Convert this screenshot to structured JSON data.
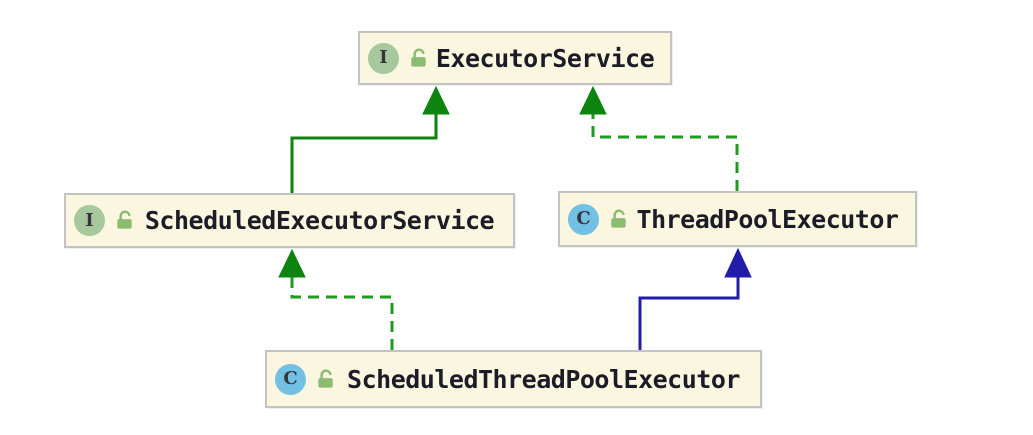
{
  "diagram": {
    "nodes": [
      {
        "id": "executor-service",
        "label": "ExecutorService",
        "kind": "interface",
        "badge": "I",
        "visibility_icon": "unlocked-icon"
      },
      {
        "id": "scheduled-executor-service",
        "label": "ScheduledExecutorService",
        "kind": "interface",
        "badge": "I",
        "visibility_icon": "unlocked-icon"
      },
      {
        "id": "thread-pool-executor",
        "label": "ThreadPoolExecutor",
        "kind": "class",
        "badge": "C",
        "visibility_icon": "unlocked-icon"
      },
      {
        "id": "scheduled-thread-pool-executor",
        "label": "ScheduledThreadPoolExecutor",
        "kind": "class",
        "badge": "C",
        "visibility_icon": "unlocked-icon"
      }
    ],
    "edges": [
      {
        "from": "ScheduledExecutorService",
        "to": "ExecutorService",
        "relation": "extends",
        "line": "solid",
        "color": "#0e8410"
      },
      {
        "from": "ThreadPoolExecutor",
        "to": "ExecutorService",
        "relation": "implements",
        "line": "dashed",
        "color": "#1d9b1d"
      },
      {
        "from": "ScheduledThreadPoolExecutor",
        "to": "ScheduledExecutorService",
        "relation": "implements",
        "line": "dashed",
        "color": "#1d9b1d"
      },
      {
        "from": "ScheduledThreadPoolExecutor",
        "to": "ThreadPoolExecutor",
        "relation": "extends",
        "line": "solid",
        "color": "#211caa"
      }
    ],
    "colors": {
      "background": "#ffffff",
      "node_fill": "#faf6df",
      "node_border": "#c3c3c3",
      "interface_badge": "#a6c89c",
      "class_badge": "#72c0e3",
      "lock_green": "#8cbb72",
      "extends_interface_green": "#0e8410",
      "implements_green": "#1d9b1d",
      "extends_class_blue": "#211caa",
      "text": "#1c1c26"
    }
  }
}
